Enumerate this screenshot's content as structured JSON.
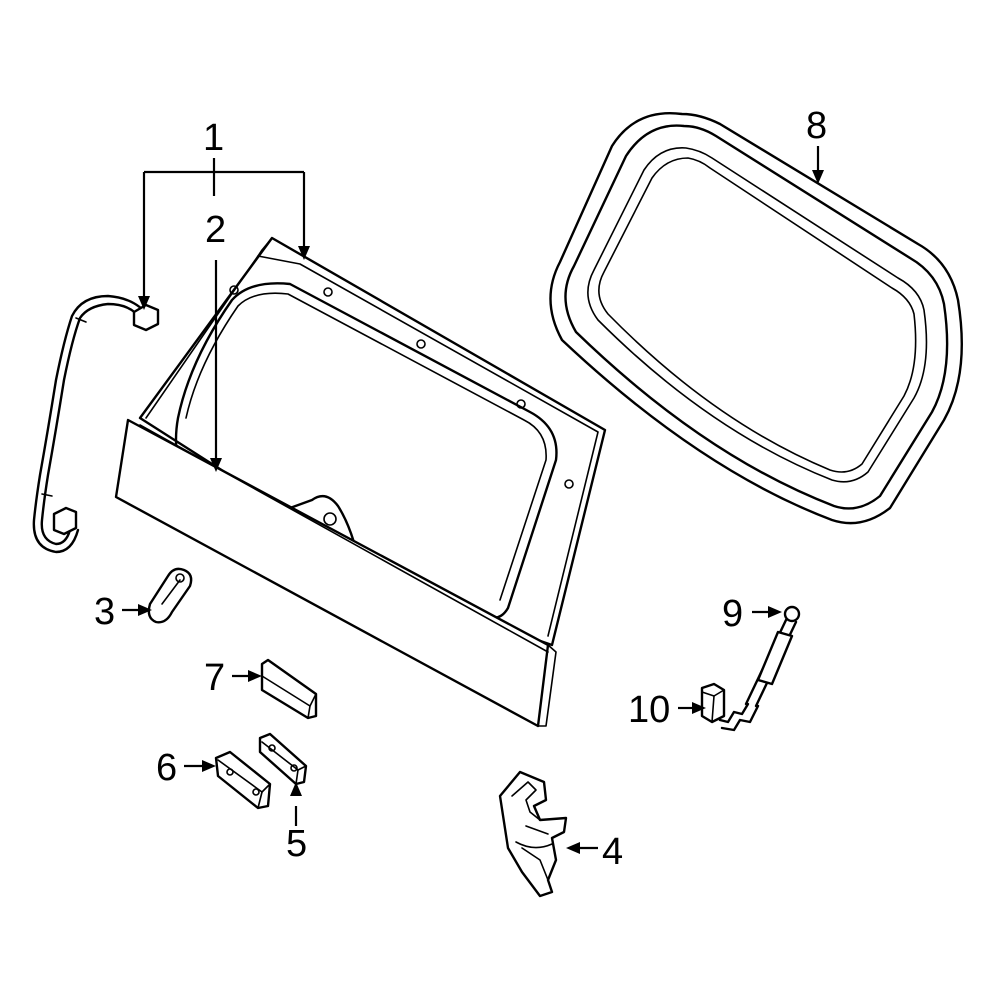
{
  "diagram": {
    "callouts": [
      {
        "id": "1",
        "label": "1"
      },
      {
        "id": "2",
        "label": "2"
      },
      {
        "id": "3",
        "label": "3"
      },
      {
        "id": "4",
        "label": "4"
      },
      {
        "id": "5",
        "label": "5"
      },
      {
        "id": "6",
        "label": "6"
      },
      {
        "id": "7",
        "label": "7"
      },
      {
        "id": "8",
        "label": "8"
      },
      {
        "id": "9",
        "label": "9"
      },
      {
        "id": "10",
        "label": "10"
      }
    ],
    "line_color": "#000000",
    "background_color": "#ffffff"
  }
}
